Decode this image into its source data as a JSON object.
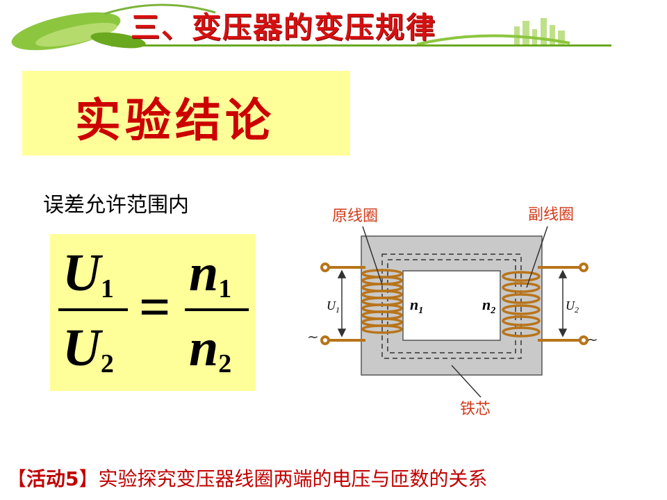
{
  "header": {
    "title": "三、变压器的变压规律"
  },
  "conclusion": {
    "label": "实验结论"
  },
  "condition": {
    "text": "误差允许范围内"
  },
  "formula": {
    "left_num_symbol": "U",
    "left_num_sub": "1",
    "left_den_symbol": "U",
    "left_den_sub": "2",
    "equals": "=",
    "right_num_symbol": "n",
    "right_num_sub": "1",
    "right_den_symbol": "n",
    "right_den_sub": "2"
  },
  "diagram": {
    "primary_coil_label": "原线圈",
    "secondary_coil_label": "副线圈",
    "core_label": "铁芯",
    "u1_symbol": "U",
    "u1_sub": "1",
    "u2_symbol": "U",
    "u2_sub": "2",
    "n1_symbol": "n",
    "n1_sub": "1",
    "n2_symbol": "n",
    "n2_sub": "2",
    "ac_left": "~",
    "ac_right": "~",
    "colors": {
      "label": "#d03a1a",
      "coil": "#b8741a",
      "core": "#c9c9c9"
    }
  },
  "activity": {
    "bracket_open": "【",
    "tag": "活动5",
    "bracket_close": "】",
    "text": "实验探究变压器线圈两端的电压与匝数的关系"
  }
}
